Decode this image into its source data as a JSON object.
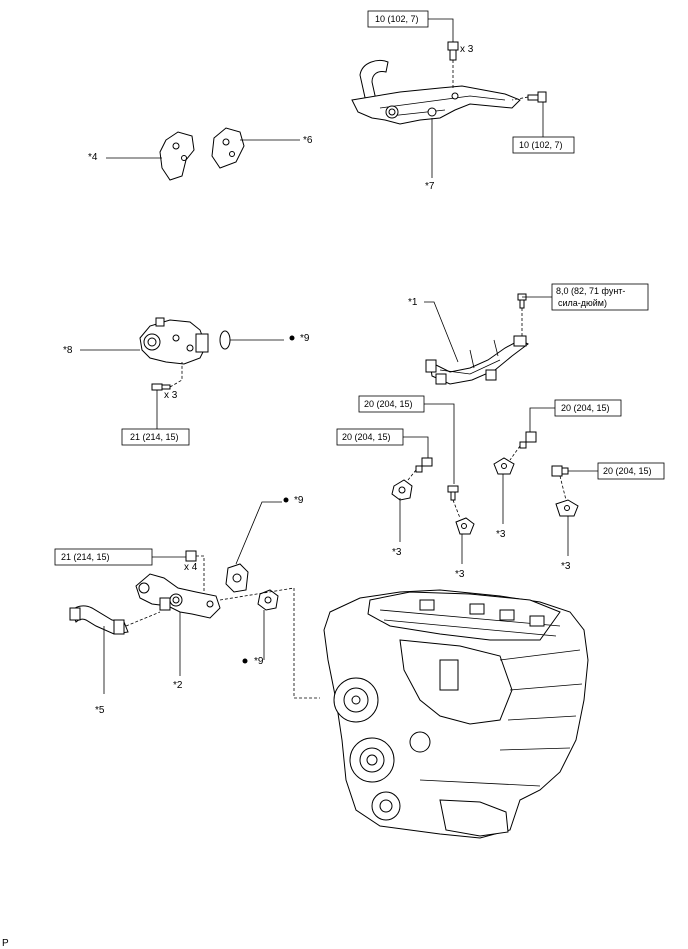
{
  "torque_labels": {
    "t1": "10 (102, 7)",
    "t2": "10 (102, 7)",
    "t3_line1": "8,0 (82, 71 фунт-",
    "t3_line2": "сила-дюйм)",
    "t4": "21 (214, 15)",
    "t5": "20 (204, 15)",
    "t6": "20 (204, 15)",
    "t7": "20 (204, 15)",
    "t8": "20 (204, 15)",
    "t9": "21 (214, 15)"
  },
  "quantity_labels": {
    "q1": "x 3",
    "q2": "x 3",
    "q3": "x 4"
  },
  "callouts": {
    "c1": "*1",
    "c2": "*2",
    "c3a": "*3",
    "c3b": "*3",
    "c3c": "*3",
    "c3d": "*3",
    "c4": "*4",
    "c5": "*5",
    "c6": "*6",
    "c7": "*7",
    "c8": "*8",
    "c9a": "*9",
    "c9b": "*9",
    "c9c": "*9"
  },
  "corner_label": "P"
}
